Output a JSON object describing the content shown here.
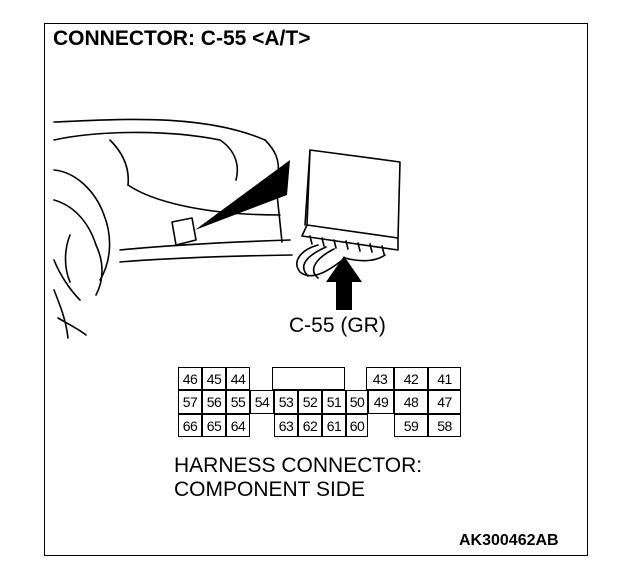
{
  "header": {
    "title": "CONNECTOR: C-55 <A/T>"
  },
  "connector": {
    "label": "C-55 (GR)"
  },
  "pins": {
    "top": [
      "46",
      "45",
      "44",
      "43",
      "42",
      "41"
    ],
    "middle": [
      "57",
      "56",
      "55",
      "54",
      "53",
      "52",
      "51",
      "50",
      "49",
      "48",
      "47"
    ],
    "bottom": [
      "66",
      "65",
      "64",
      "63",
      "62",
      "61",
      "60",
      "59",
      "58"
    ]
  },
  "caption": {
    "line1": "HARNESS CONNECTOR:",
    "line2": "COMPONENT SIDE"
  },
  "footer": {
    "code": "AK300462AB"
  }
}
